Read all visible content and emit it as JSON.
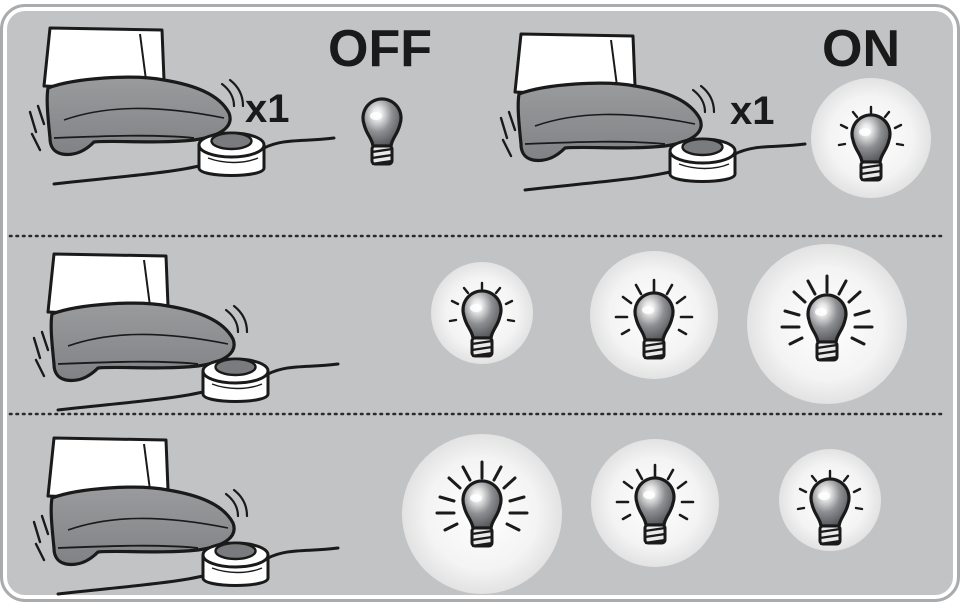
{
  "panel": {
    "background": "#c2c3c5",
    "border": "#ffffff"
  },
  "labels": {
    "off": "OFF",
    "on": "ON",
    "press_count_1": "x1",
    "press_count_2": "x1"
  },
  "icons": {
    "pedal": "foot-pedal-icon",
    "bulb": "light-bulb-icon"
  },
  "rows": [
    {
      "name": "single-press-toggle",
      "bulbs": [
        {
          "state": "off",
          "brightness": 0
        },
        {
          "state": "on",
          "brightness": 1
        }
      ]
    },
    {
      "name": "press-hold-increase",
      "bulbs": [
        {
          "brightness": 1
        },
        {
          "brightness": 2
        },
        {
          "brightness": 3
        }
      ]
    },
    {
      "name": "press-hold-decrease",
      "bulbs": [
        {
          "brightness": 3
        },
        {
          "brightness": 2
        },
        {
          "brightness": 1
        }
      ]
    }
  ]
}
